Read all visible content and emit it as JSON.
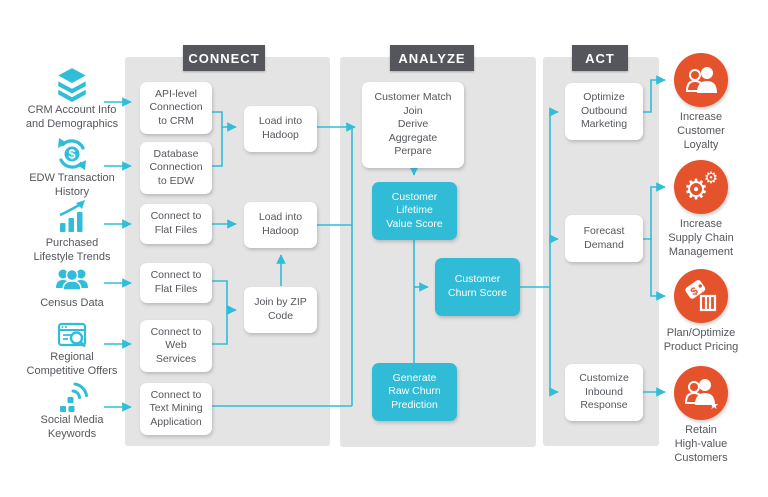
{
  "palette": {
    "cyan": "#2FBDD9",
    "orange": "#E5532C",
    "panel_gray": "#E4E4E5",
    "header_gray": "#55565B",
    "text_gray": "#54575C"
  },
  "phases": [
    {
      "label": "CONNECT"
    },
    {
      "label": "ANALYZE"
    },
    {
      "label": "ACT"
    }
  ],
  "sources": [
    {
      "label": "CRM Account Info\nand Demographics",
      "icon": "layers-icon"
    },
    {
      "label": "EDW Transaction\nHistory",
      "icon": "sync-dollar-icon"
    },
    {
      "label": "Purchased\nLifestyle Trends",
      "icon": "trend-chart-icon"
    },
    {
      "label": "Census Data",
      "icon": "people-icon"
    },
    {
      "label": "Regional\nCompetitive Offers",
      "icon": "browser-search-icon"
    },
    {
      "label": "Social Media\nKeywords",
      "icon": "signal-icon"
    }
  ],
  "connect": {
    "boxes": [
      {
        "label": "API-level\nConnection\nto CRM"
      },
      {
        "label": "Database\nConnection\nto EDW"
      },
      {
        "label": "Connect to\nFlat Files"
      },
      {
        "label": "Connect to\nFlat Files"
      },
      {
        "label": "Connect to\nWeb\nServices"
      },
      {
        "label": "Connect to\nText Mining\nApplication"
      },
      {
        "label": "Load into\nHadoop"
      },
      {
        "label": "Load into\nHadoop"
      },
      {
        "label": "Join by ZIP\nCode"
      }
    ]
  },
  "analyze": {
    "boxes": [
      {
        "label": "Customer Match\nJoin\nDerive\nAggregate\nPerpare"
      },
      {
        "label": "Customer\nLifetime\nValue Score"
      },
      {
        "label": "Customer\nChurn Score"
      },
      {
        "label": "Generate\nRaw Churn\nPrediction"
      }
    ]
  },
  "act": {
    "boxes": [
      {
        "label": "Optimize\nOutbound\nMarketing"
      },
      {
        "label": "Forecast\nDemand"
      },
      {
        "label": "Customize\nInbound\nResponse"
      }
    ]
  },
  "outcomes": [
    {
      "label": "Increase\nCustomer\nLoyalty",
      "icon": "customers-icon"
    },
    {
      "label": "Increase\nSupply Chain\nManagement",
      "icon": "gears-icon"
    },
    {
      "label": "Plan/Optimize\nProduct Pricing",
      "icon": "price-tag-icon"
    },
    {
      "label": "Retain\nHigh-value\nCustomers",
      "icon": "customer-star-icon"
    }
  ]
}
